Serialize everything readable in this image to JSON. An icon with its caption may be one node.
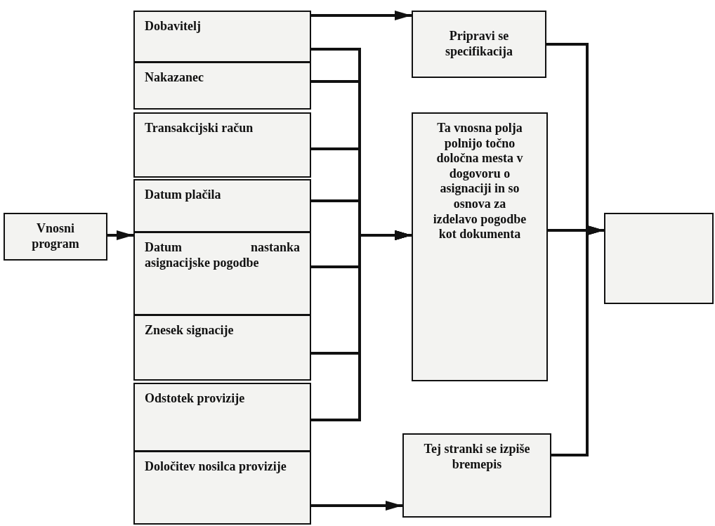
{
  "diagram": {
    "nodes": [
      {
        "text": [
          "Vnosni program"
        ]
      },
      {
        "text": [
          "Dobavitelj"
        ]
      },
      {
        "text": [
          "Nakazanec"
        ]
      },
      {
        "text": [
          "Transakcijski račun"
        ]
      },
      {
        "text": [
          "Datum plačila"
        ]
      },
      {
        "text": [
          "Datum nastanka asignacijske pogodbe"
        ]
      },
      {
        "text": [
          "Znesek signacije"
        ]
      },
      {
        "text": [
          "Odstotek provizije"
        ]
      },
      {
        "text": [
          "Določitev nosilca provizije"
        ]
      },
      {
        "text": [
          "Pripravi se specifikacija"
        ]
      },
      {
        "text": [
          "Ta vnosna polja polnijo točno določna mesta v dogovoru o asignaciji in so osnova za izdelavo pogodbe kot dokumenta"
        ]
      },
      {
        "text": [
          "Tej stranki se izpiše bremepis"
        ]
      },
      {
        "text": [],
        "shape": "box"
      }
    ],
    "edges": [
      {
        "from": 0,
        "to": 5,
        "arrow": "to"
      },
      {
        "from": 1,
        "to": 9,
        "arrow": "to"
      },
      {
        "from": 1,
        "to": 10,
        "arrow": "to"
      },
      {
        "from": 2,
        "to": 10,
        "arrow": "to"
      },
      {
        "from": 3,
        "to": 10,
        "arrow": "to"
      },
      {
        "from": 4,
        "to": 10,
        "arrow": "to"
      },
      {
        "from": 5,
        "to": 10,
        "arrow": "to"
      },
      {
        "from": 6,
        "to": 10,
        "arrow": "to"
      },
      {
        "from": 7,
        "to": 10,
        "arrow": "to"
      },
      {
        "from": 8,
        "to": 11,
        "arrow": "to"
      },
      {
        "from": 9,
        "to": 12,
        "arrow": "to"
      },
      {
        "from": 10,
        "to": 12,
        "arrow": "to"
      },
      {
        "from": 11,
        "to": 12,
        "arrow": "to"
      }
    ]
  }
}
